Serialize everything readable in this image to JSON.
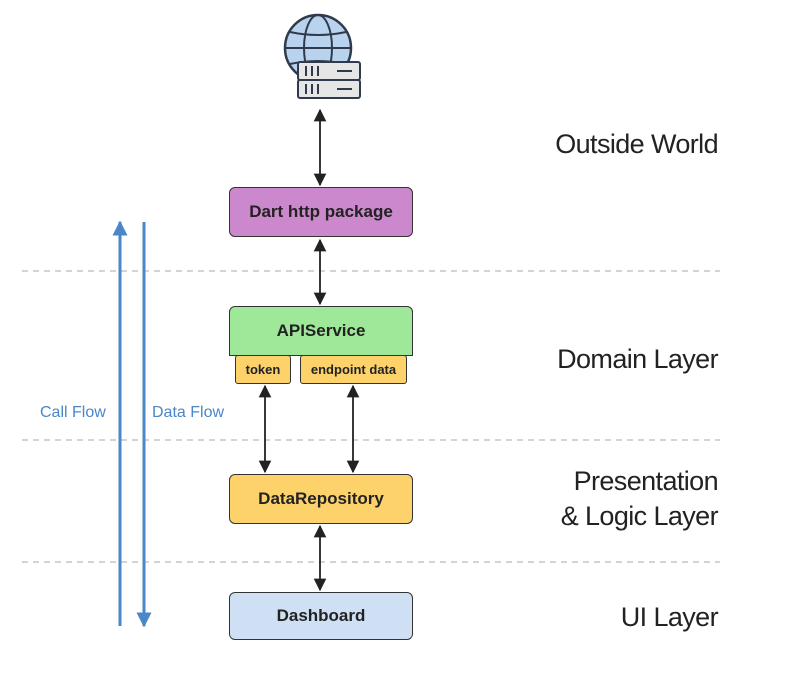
{
  "layers": {
    "outside": "Outside World",
    "domain": "Domain Layer",
    "presentation_line1": "Presentation",
    "presentation_line2": "& Logic Layer",
    "ui": "UI Layer"
  },
  "boxes": {
    "http": {
      "label": "Dart http package",
      "fill": "#cc88cc"
    },
    "api": {
      "label": "APIService",
      "fill": "#9fe89a"
    },
    "token": {
      "label": "token",
      "fill": "#fdd26b"
    },
    "endpoint": {
      "label": "endpoint data",
      "fill": "#fdd26b"
    },
    "repo": {
      "label": "DataRepository",
      "fill": "#fdd26b"
    },
    "dashboard": {
      "label": "Dashboard",
      "fill": "#cfe0f5"
    }
  },
  "flows": {
    "call": "Call Flow",
    "data": "Data Flow",
    "color": "#4a86c8"
  },
  "icons": {
    "server": "globe-server-icon"
  }
}
